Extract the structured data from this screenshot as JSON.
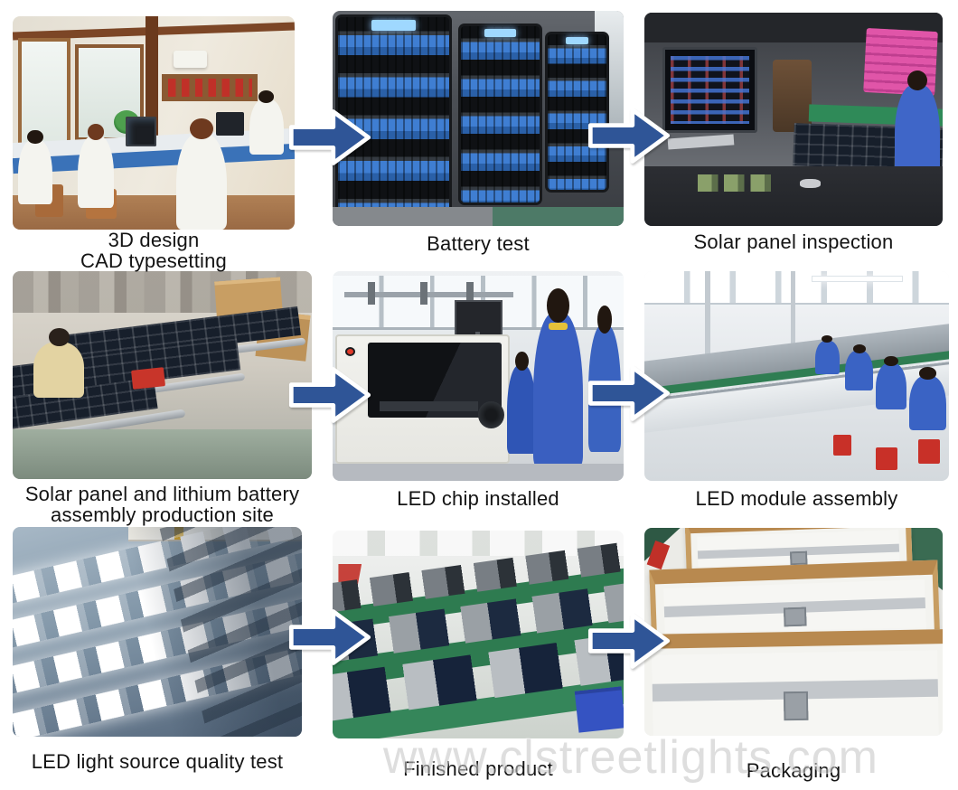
{
  "watermark": {
    "text": "www.clstreetlights.com",
    "color": "#c7c7c7"
  },
  "arrow": {
    "name": "right-arrow-icon",
    "color": "#2f5597",
    "outline": "#ffffff",
    "count": 6
  },
  "cells": [
    {
      "caption": [
        "3D design",
        "CAD typesetting"
      ],
      "photo_alt": "Office with staff in white shirts working at computers on 3D design and CAD typesetting"
    },
    {
      "caption": [
        "Battery test"
      ],
      "photo_alt": "Dark racks of blue lithium battery cells undergoing testing"
    },
    {
      "caption": [
        "Solar panel inspection"
      ],
      "photo_alt": "Inspection station with monitor, test rig and blue solar panels"
    },
    {
      "caption": [
        "Solar panel and lithium battery",
        "assembly production site"
      ],
      "photo_alt": "Worker assembling solar panels and lithium batteries on street light poles"
    },
    {
      "caption": [
        "LED chip installed"
      ],
      "photo_alt": "SMT machine installing LED chips while workers in blue uniforms watch"
    },
    {
      "caption": [
        "LED module assembly"
      ],
      "photo_alt": "Factory line with workers in blue assembling LED modules on a green conveyor"
    },
    {
      "caption": [
        "LED light source quality test"
      ],
      "photo_alt": "Rows of lit white LED street light panels during quality testing"
    },
    {
      "caption": [
        "Finished product"
      ],
      "photo_alt": "Rows of finished solar street lights lined up on green benches"
    },
    {
      "caption": [
        "Packaging"
      ],
      "photo_alt": "Street lights packed in white foam inside open cardboard boxes"
    }
  ]
}
